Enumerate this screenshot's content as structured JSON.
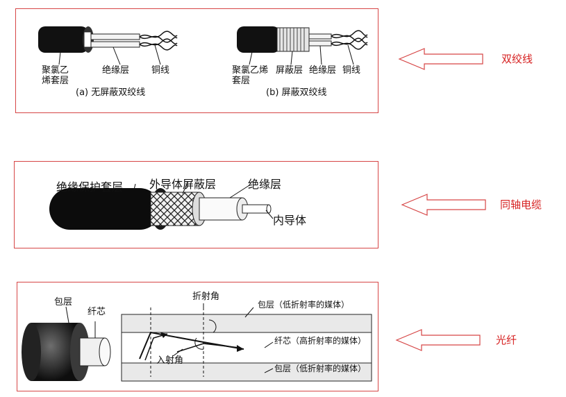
{
  "twisted_pair": {
    "side_label": "双绞线",
    "a": {
      "jacket": "聚氯乙\n烯套层",
      "insulation": "绝缘层",
      "copper": "铜线",
      "caption": "(a) 无屏蔽双绞线"
    },
    "b": {
      "jacket": "聚氯乙烯\n套层",
      "shield": "屏蔽层",
      "insulation": "绝缘层",
      "copper": "铜线",
      "caption": "(b) 屏蔽双绞线"
    }
  },
  "coax": {
    "side_label": "同轴电缆",
    "outer_jacket": "绝缘保护套层",
    "outer_conductor": "外导体屏蔽层",
    "insulation": "绝缘层",
    "inner_conductor": "内导体"
  },
  "fiber": {
    "side_label": "光纤",
    "cladding": "包层",
    "core": "纤芯",
    "refraction_angle": "折射角",
    "incidence_angle": "入射角",
    "cladding_top": "包层（低折射率的媒体）",
    "core_desc": "纤芯（高折射率的媒体）",
    "cladding_bottom": "包层（低折射率的媒体）"
  },
  "colors": {
    "panel_border": "#d64545",
    "side_label": "#d62020",
    "arrow": "#d64545"
  }
}
